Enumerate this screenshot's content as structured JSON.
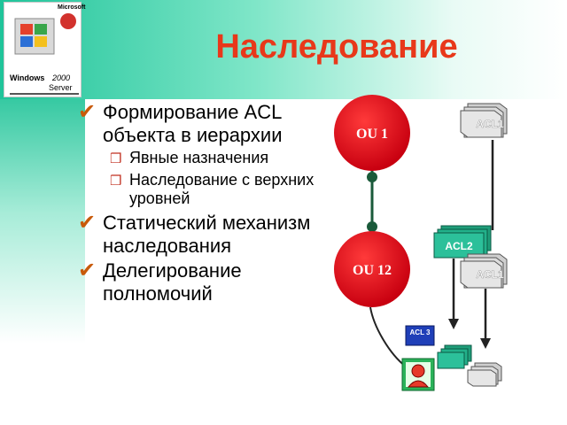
{
  "title": "Наследование",
  "logo": {
    "brand": "Microsoft",
    "product": "Windows",
    "version": "2000",
    "edition": "Server"
  },
  "bullets": [
    {
      "level": 1,
      "text": "Формирование ACL объекта в иерархии"
    },
    {
      "level": 2,
      "text": "Явные назначения"
    },
    {
      "level": 2,
      "text": "Наследование с верхних уровней"
    },
    {
      "level": 1,
      "text": "Статический механизм наследования"
    },
    {
      "level": 1,
      "text": "Делегирование полномочий"
    }
  ],
  "diagram": {
    "ou_top": "OU 1",
    "ou_bottom": "OU 12",
    "acl_top": "ACL1",
    "acl_mid_green": "ACL2",
    "acl_mid_gray": "ACL1",
    "acl_small": "ACL 3"
  },
  "colors": {
    "title": "#e8381a",
    "ou": "#e0101e",
    "acl_green": "#22b08a",
    "bullet_check": "#c85a0a"
  }
}
